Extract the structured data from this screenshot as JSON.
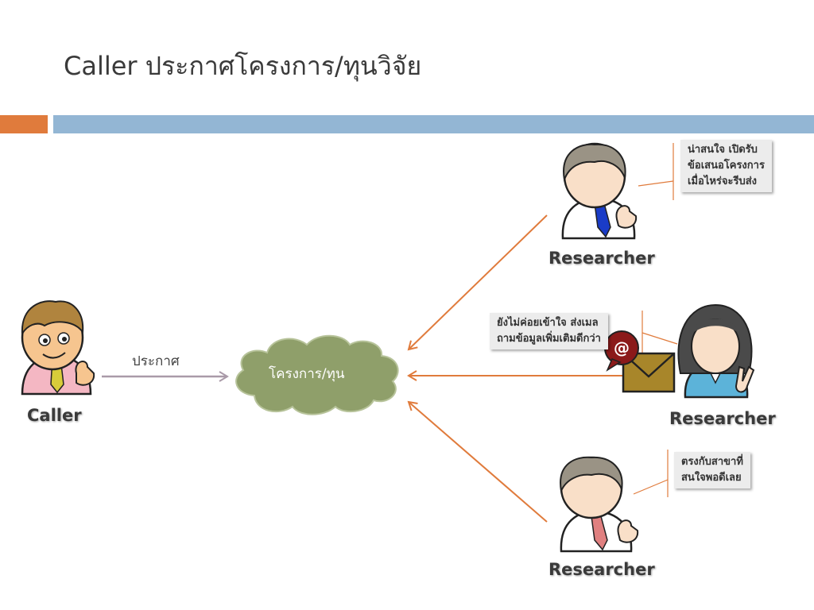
{
  "slide": {
    "title": "Caller ประกาศโครงการ/ทุนวิจัย"
  },
  "caller": {
    "label": "Caller",
    "action_label": "ประกาศ"
  },
  "project": {
    "label": "โครงการ/ทุน"
  },
  "researchers": [
    {
      "label": "Researcher",
      "note_lines": [
        "น่าสนใจ เปิดรับ",
        "ข้อเสนอโครงการ",
        "เมื่อไหร่จะรีบส่ง"
      ]
    },
    {
      "label": "Researcher",
      "note_lines": [
        "ยังไม่ค่อยเข้าใจ ส่งเมล",
        "ถามข้อมูลเพิ่มเติมดีกว่า"
      ]
    },
    {
      "label": "Researcher",
      "note_lines": [
        "ตรงกับสาขาที่",
        "สนใจพอดีเลย"
      ]
    }
  ],
  "colors": {
    "accent_orange": "#e07b3c",
    "accent_blue": "#93b6d4",
    "cloud": "#8f9f6a",
    "arrow": "#e07b3c",
    "caller_arrow": "#a99aa8"
  },
  "icons": {
    "email": "email-at-icon"
  }
}
